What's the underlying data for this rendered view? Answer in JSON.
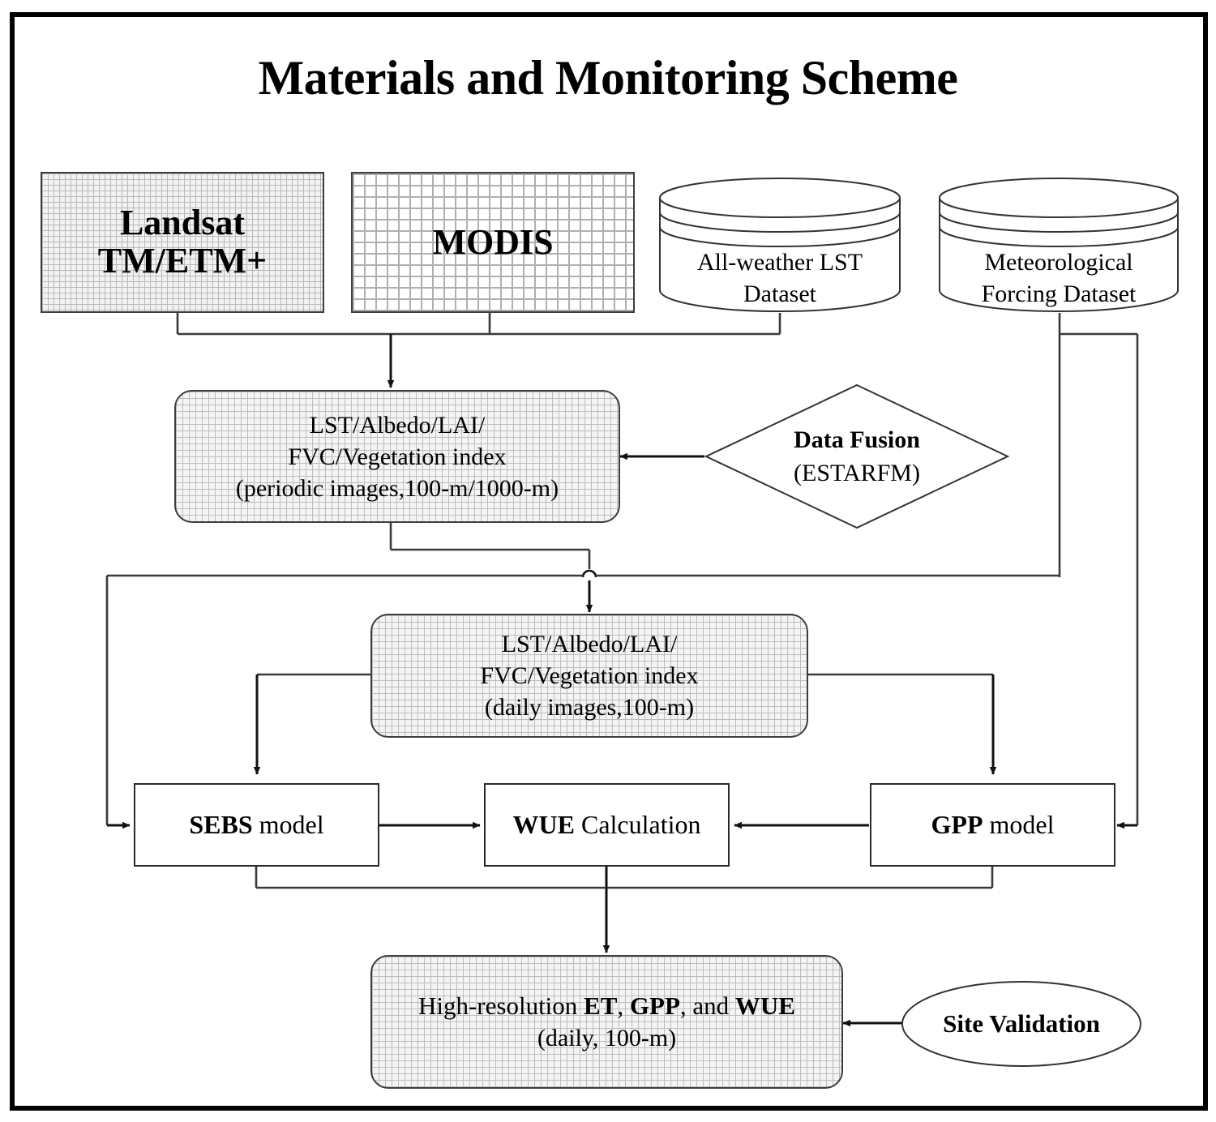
{
  "page": {
    "title": "Materials and Monitoring Scheme",
    "frame_color": "#000000",
    "line_color": "#2b2b2b"
  },
  "sources": {
    "landsat": {
      "line1": "Landsat",
      "line2": "TM/ETM+",
      "shape": "grid-rectangle"
    },
    "modis": {
      "line1": "MODIS",
      "shape": "grid-rectangle"
    },
    "lst_dataset": {
      "line1": "All-weather LST",
      "line2": "Dataset",
      "shape": "cylinder"
    },
    "met_dataset": {
      "line1": "Meteorological",
      "line2": "Forcing Dataset",
      "shape": "cylinder"
    }
  },
  "process": {
    "periodic_product": {
      "line1": "LST/Albedo/LAI/",
      "line2": "FVC/Vegetation index",
      "line3": "(periodic images,100-m/1000-m)"
    },
    "daily_product": {
      "line1": "LST/Albedo/LAI/",
      "line2": "FVC/Vegetation index",
      "line3": "(daily images,100-m)"
    },
    "data_fusion": {
      "line1": "Data Fusion",
      "line2": "(ESTARFM)",
      "shape": "diamond"
    }
  },
  "models": {
    "sebs": {
      "bold": "SEBS",
      "rest": " model"
    },
    "wue": {
      "bold": "WUE",
      "rest": " Calculation"
    },
    "gpp": {
      "bold": "GPP",
      "rest": " model"
    }
  },
  "output": {
    "prefix": "High-resolution ",
    "b1": "ET",
    "sep1": ", ",
    "b2": "GPP",
    "sep2": ", and ",
    "b3": "WUE",
    "line2": "(daily, 100-m)"
  },
  "validation": {
    "label": "Site Validation",
    "shape": "ellipse"
  }
}
